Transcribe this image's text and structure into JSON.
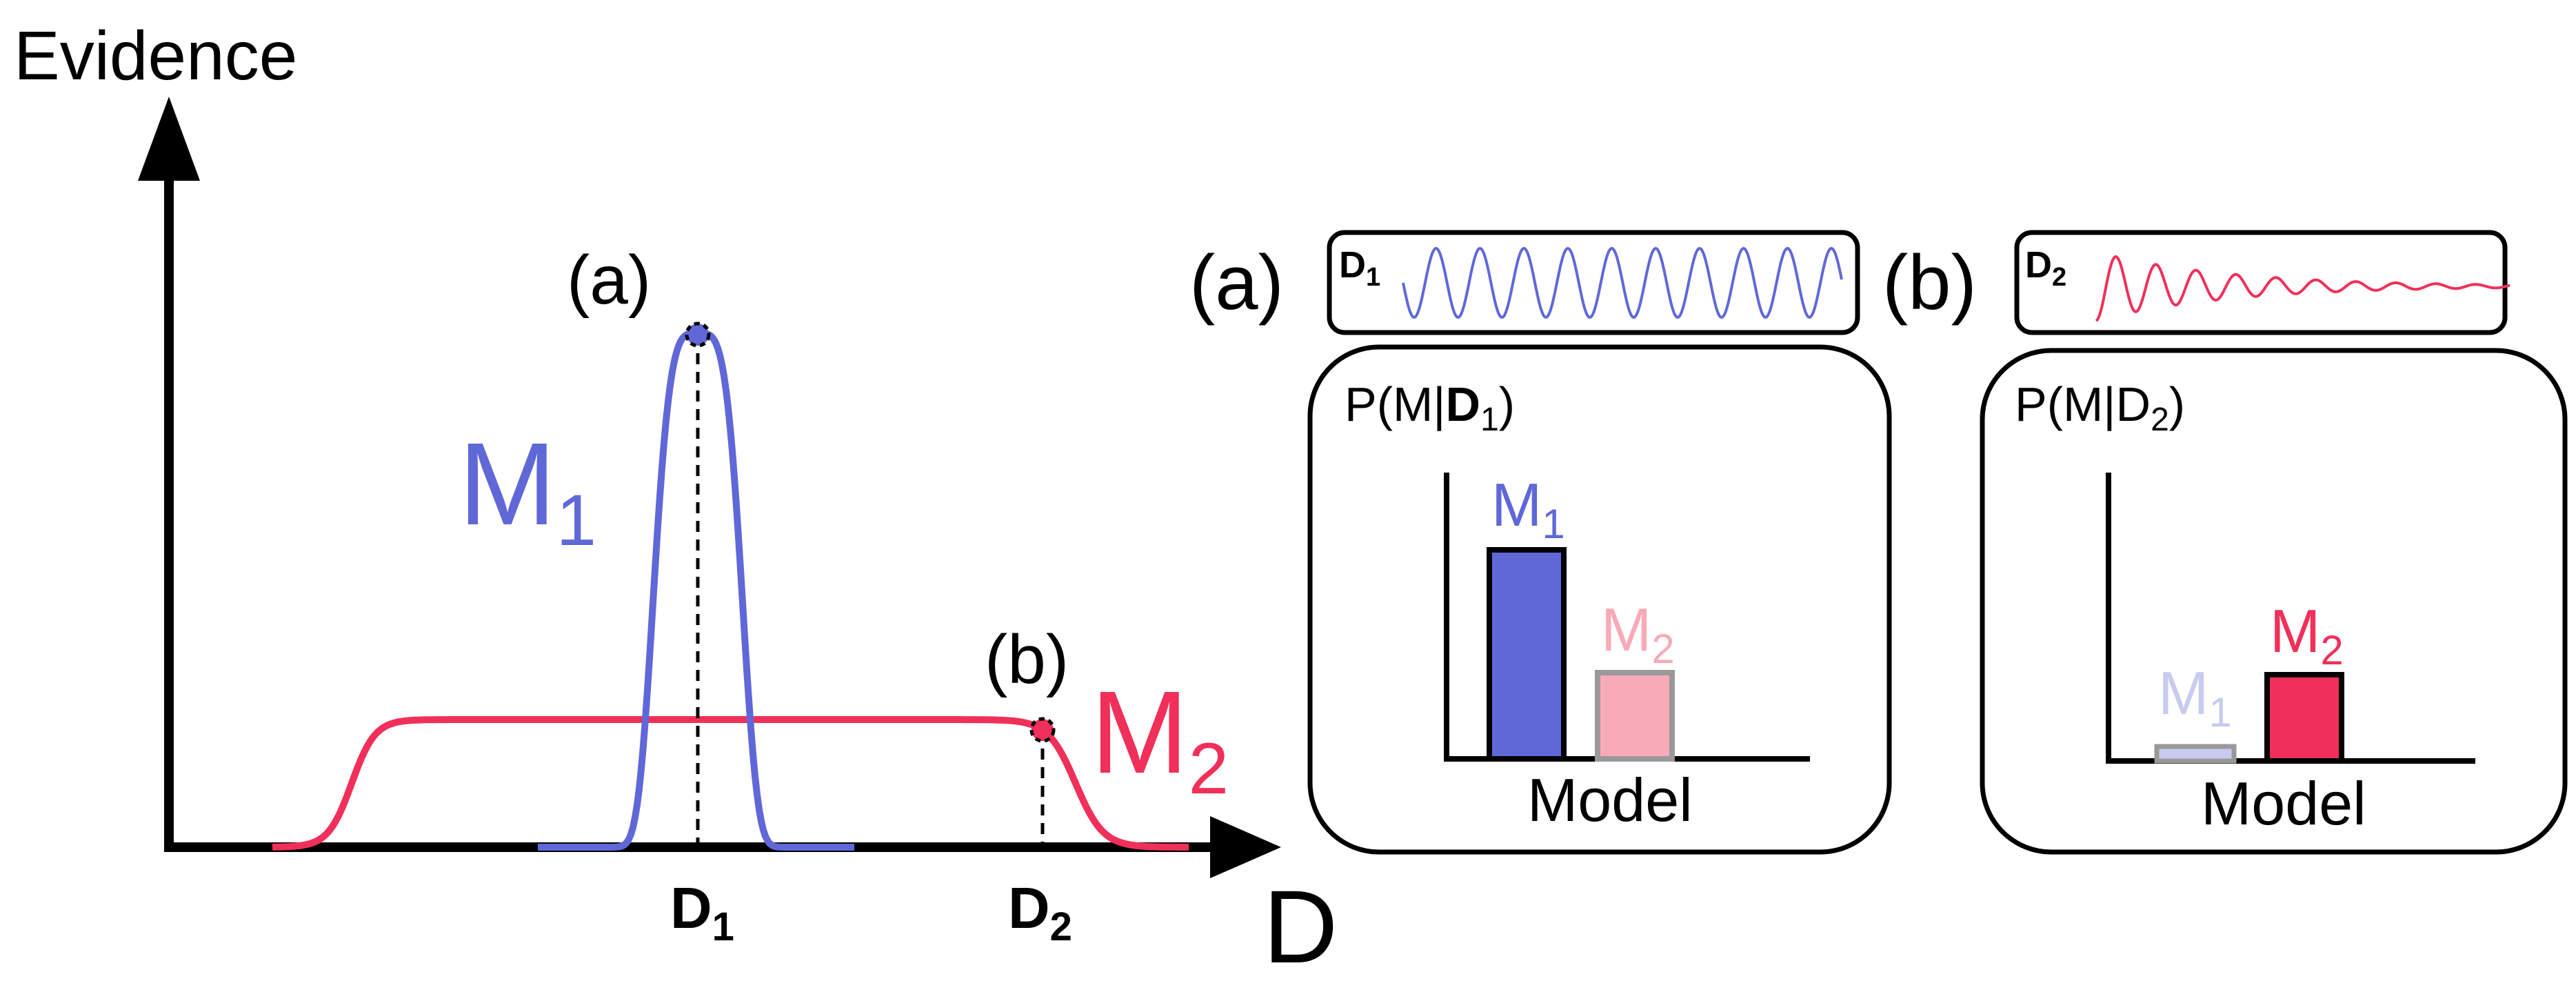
{
  "left_plot": {
    "y_axis_label": "Evidence",
    "x_axis_label": "D",
    "tick_d1_main": "D",
    "tick_d1_sub": "1",
    "tick_d2_main": "D",
    "tick_d2_sub": "2",
    "point_a_label": "(a)",
    "point_b_label": "(b)",
    "curve_m1_main": "M",
    "curve_m1_sub": "1",
    "curve_m2_main": "M",
    "curve_m2_sub": "2"
  },
  "panel_a": {
    "tag": "(a)",
    "signal_main": "D",
    "signal_sub": "1",
    "ylabel_prefix": "P(M|",
    "ylabel_main": "D",
    "ylabel_sub": "1",
    "ylabel_suffix": ")",
    "xlabel": "Model",
    "bar1_main": "M",
    "bar1_sub": "1",
    "bar2_main": "M",
    "bar2_sub": "2"
  },
  "panel_b": {
    "tag": "(b)",
    "signal_main": "D",
    "signal_sub": "2",
    "ylabel_prefix": "P(M|",
    "ylabel_main": "D",
    "ylabel_sub": "2",
    "ylabel_suffix": ")",
    "xlabel": "Model",
    "bar1_main": "M",
    "bar1_sub": "1",
    "bar2_main": "M",
    "bar2_sub": "2"
  },
  "colors": {
    "m1": "#6068d8",
    "m2": "#f0305a",
    "m1_faded": "#c8cbef",
    "m2_faded": "#f8aab8",
    "outline": "#000000",
    "faded_outline": "#999999"
  }
}
